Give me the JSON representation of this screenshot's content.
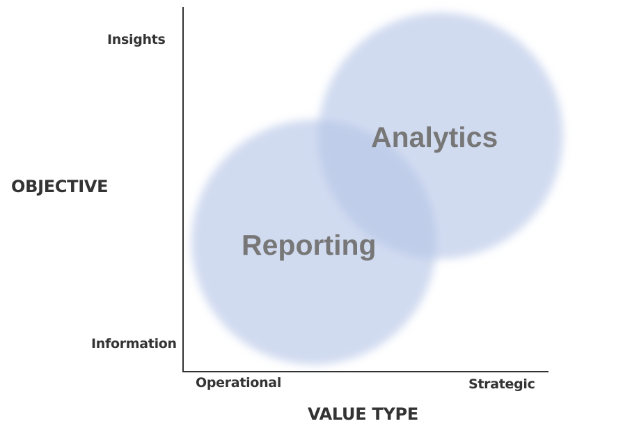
{
  "diagram": {
    "y_axis": {
      "title": "OBJECTIVE",
      "top_label": "Insights",
      "bottom_label": "Information"
    },
    "x_axis": {
      "title": "VALUE TYPE",
      "left_label": "Operational",
      "right_label": "Strategic"
    },
    "circles": [
      {
        "label": "Reporting",
        "color": "#b4c5e6"
      },
      {
        "label": "Analytics",
        "color": "#b4c5e6"
      }
    ],
    "colors": {
      "axis": "#333333",
      "circle_fill": "#ccd8ef",
      "circle_text": "#777777",
      "label_text": "#333333"
    }
  }
}
